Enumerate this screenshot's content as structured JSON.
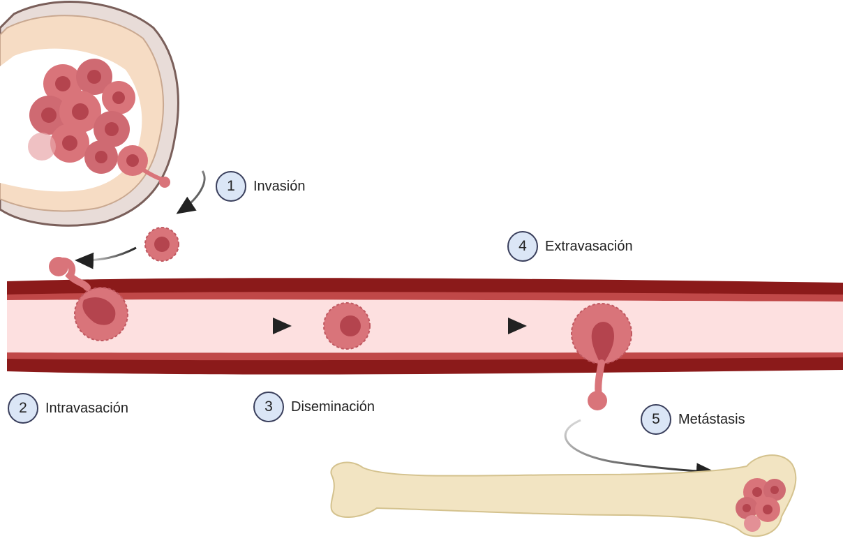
{
  "steps": [
    {
      "number": "1",
      "label": "Invasión"
    },
    {
      "number": "2",
      "label": "Intravasación"
    },
    {
      "number": "3",
      "label": "Diseminación"
    },
    {
      "number": "4",
      "label": "Extravasación"
    },
    {
      "number": "5",
      "label": "Metástasis"
    }
  ],
  "colors": {
    "vessel_wall_dark": "#8b1a1a",
    "vessel_wall_mid": "#c04848",
    "vessel_lumen": "#fde0e0",
    "cell_fill": "#d9747a",
    "cell_nucleus": "#b4444e",
    "bone": "#f2e4c2",
    "step_badge": "#dbe6f6"
  }
}
